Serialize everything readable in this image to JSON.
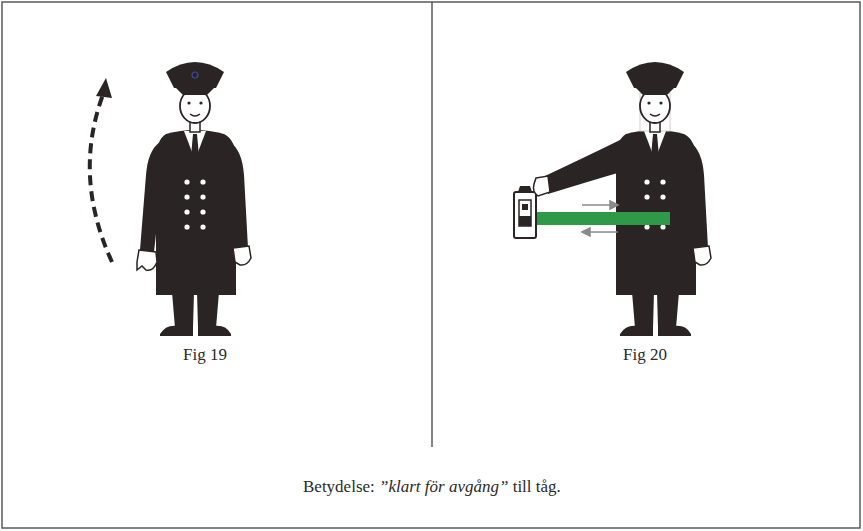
{
  "diagram": {
    "caption": "Betydelse: ”klart för avgång” till tåg.",
    "labels": [
      "Fig 19",
      "Fig 20"
    ]
  }
}
